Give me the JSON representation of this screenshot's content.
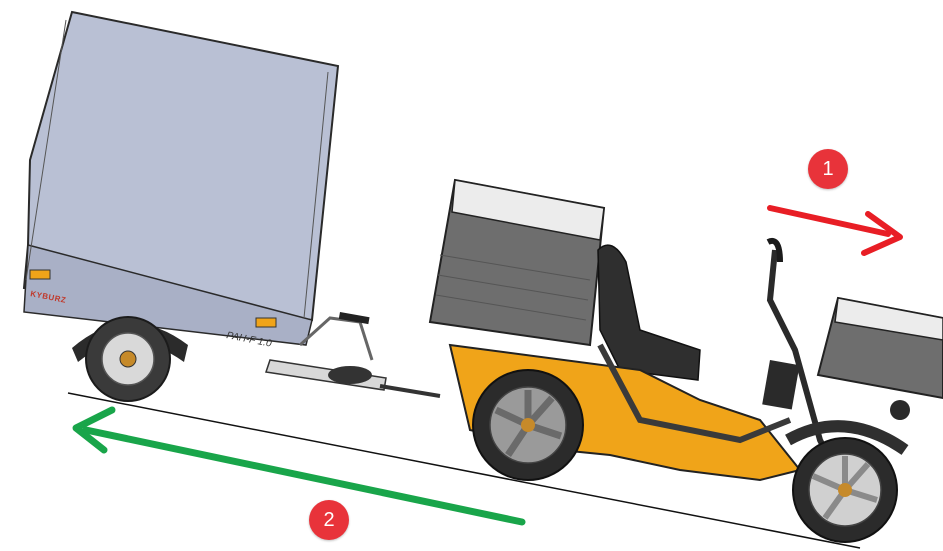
{
  "diagram": {
    "markers": [
      {
        "label": "1",
        "direction": "forward",
        "color": "#e8333a"
      },
      {
        "label": "2",
        "direction": "backward",
        "color": "#1aa84a"
      }
    ],
    "trailer": {
      "brand_text": "KYBURZ",
      "model_text": "PAH-F 1.0"
    },
    "colors": {
      "trailer_body": "#b9c0d4",
      "vehicle_body": "#f0a419",
      "cargo_box": "#6e6e6e",
      "marker_badge": "#e8333a",
      "arrow_forward": "#e81e25",
      "arrow_backward": "#19a54a"
    }
  }
}
